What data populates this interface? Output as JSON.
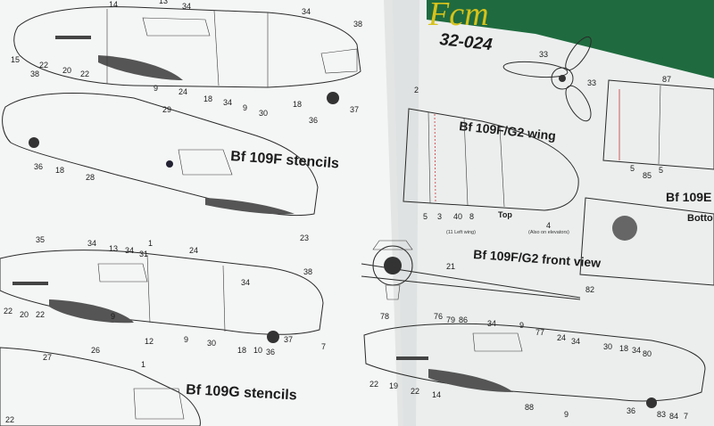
{
  "brand": {
    "logo_text": "Fcm",
    "product_code": "32-024",
    "brand_colors": {
      "stripe": "#1f6b3f",
      "logo": "#d7c21a"
    }
  },
  "left_page": {
    "headings": [
      "Bf 109F stencils",
      "Bf 109G stencils"
    ],
    "callouts_f_top": [
      "14",
      "13",
      "34",
      "15",
      "22",
      "20",
      "22",
      "9",
      "24",
      "18",
      "34",
      "9",
      "30",
      "18",
      "36",
      "37",
      "34",
      "38"
    ],
    "callouts_f_side": [
      "38",
      "29",
      "36",
      "18",
      "28",
      "23"
    ],
    "callouts_g_top": [
      "35",
      "34",
      "13",
      "34",
      "31",
      "1",
      "24",
      "22",
      "20",
      "22",
      "9",
      "12",
      "9",
      "30",
      "18",
      "10",
      "36",
      "37",
      "34",
      "38",
      "7"
    ],
    "callouts_g_bottom": [
      "27",
      "26",
      "1",
      "22"
    ]
  },
  "right_page": {
    "heading_wing": "Bf 109F/G2 wing",
    "wing_top_label": "Top",
    "wing_left_note": "(11 Left wing)",
    "wing_elevator_note": "(Also on elevators)",
    "heading_front": "Bf 109F/G2 front view",
    "heading_partial": "Bf 109E",
    "heading_partial_bottom": "Botto",
    "callouts_prop": [
      "33",
      "33"
    ],
    "callouts_wing": [
      "2",
      "5",
      "3",
      "40",
      "8",
      "4"
    ],
    "callouts_front": [
      "21"
    ],
    "callouts_panel": [
      "87",
      "5",
      "85",
      "5",
      "82"
    ],
    "callouts_e": [
      "78",
      "76",
      "79",
      "86",
      "34",
      "9",
      "77",
      "24",
      "34",
      "30",
      "18",
      "34",
      "80",
      "22",
      "19",
      "22",
      "14",
      "88",
      "9",
      "36",
      "83",
      "84",
      "7"
    ]
  }
}
